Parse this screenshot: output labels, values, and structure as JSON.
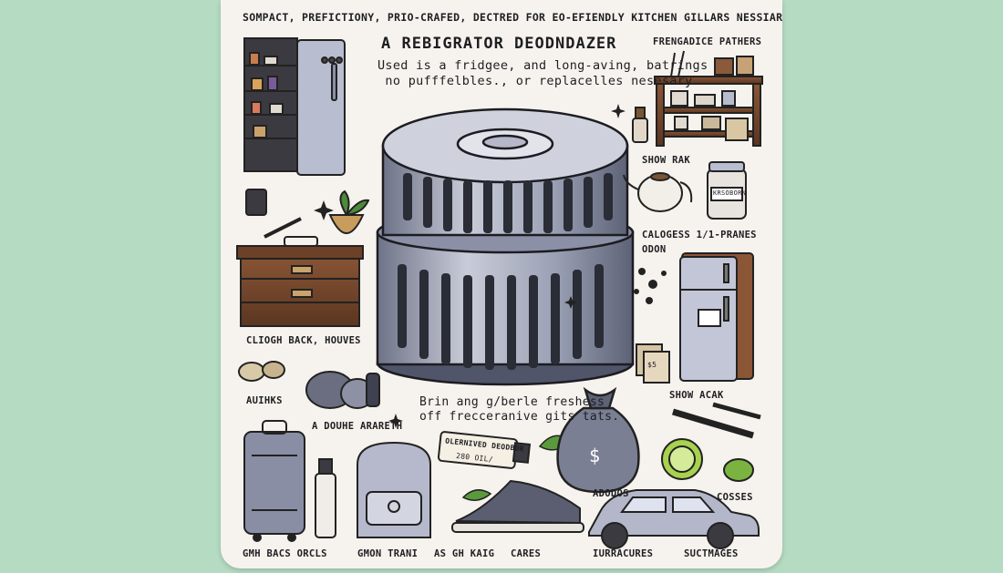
{
  "poster": {
    "header": "SOMPACT, PREFICTIONY, PRIO-CRAFED, DECTRED FOR EO-EFIENDLY KITCHEN GILLARS NESSIARY:",
    "title": "A REBIGRATOR DEODNDAZER",
    "subtitle": "Used is a fridgee, and long-aving, batrings\n no pufffelbles., or replacelles nesesary.",
    "center_text": "Brin ang g/berle freshess\noff frecceranive gits tats.",
    "labels": {
      "fragrance_patters": "FRENGADICE PATHERS",
      "show_rak": "SHOW RAK",
      "calogess": "CALOGESS 1/1-PRANES",
      "odon": "ODON",
      "cliogh_back": "CLIOGH BACK, HOUVES",
      "auihks": "AUIHKS",
      "a_douhe": "A DOUHE ARARETH",
      "show_acak": "SHOW ACAK",
      "adodos": "ADODOS",
      "cosses": "COSSES",
      "gmh_bacs": "GMH BACS ORCLS",
      "gmon_trani": "GMON TRANI",
      "as_gh_kaig": "AS GH KAIG",
      "cares": "CARES",
      "iurracures": "IURRACURES",
      "suctmages": "SUCTMAGES"
    },
    "item_text": {
      "jar_label": "KRSOBORN",
      "tube_label": "OLERNIVED DEODBOR",
      "tube_sub": "280 OIL/",
      "bag_symbol": "$",
      "tag_symbol": "$5"
    }
  },
  "colors": {
    "background": "#b5dcc3",
    "card": "#f6f3ee",
    "ink": "#1e1e22",
    "device": "#9aa0b4"
  }
}
